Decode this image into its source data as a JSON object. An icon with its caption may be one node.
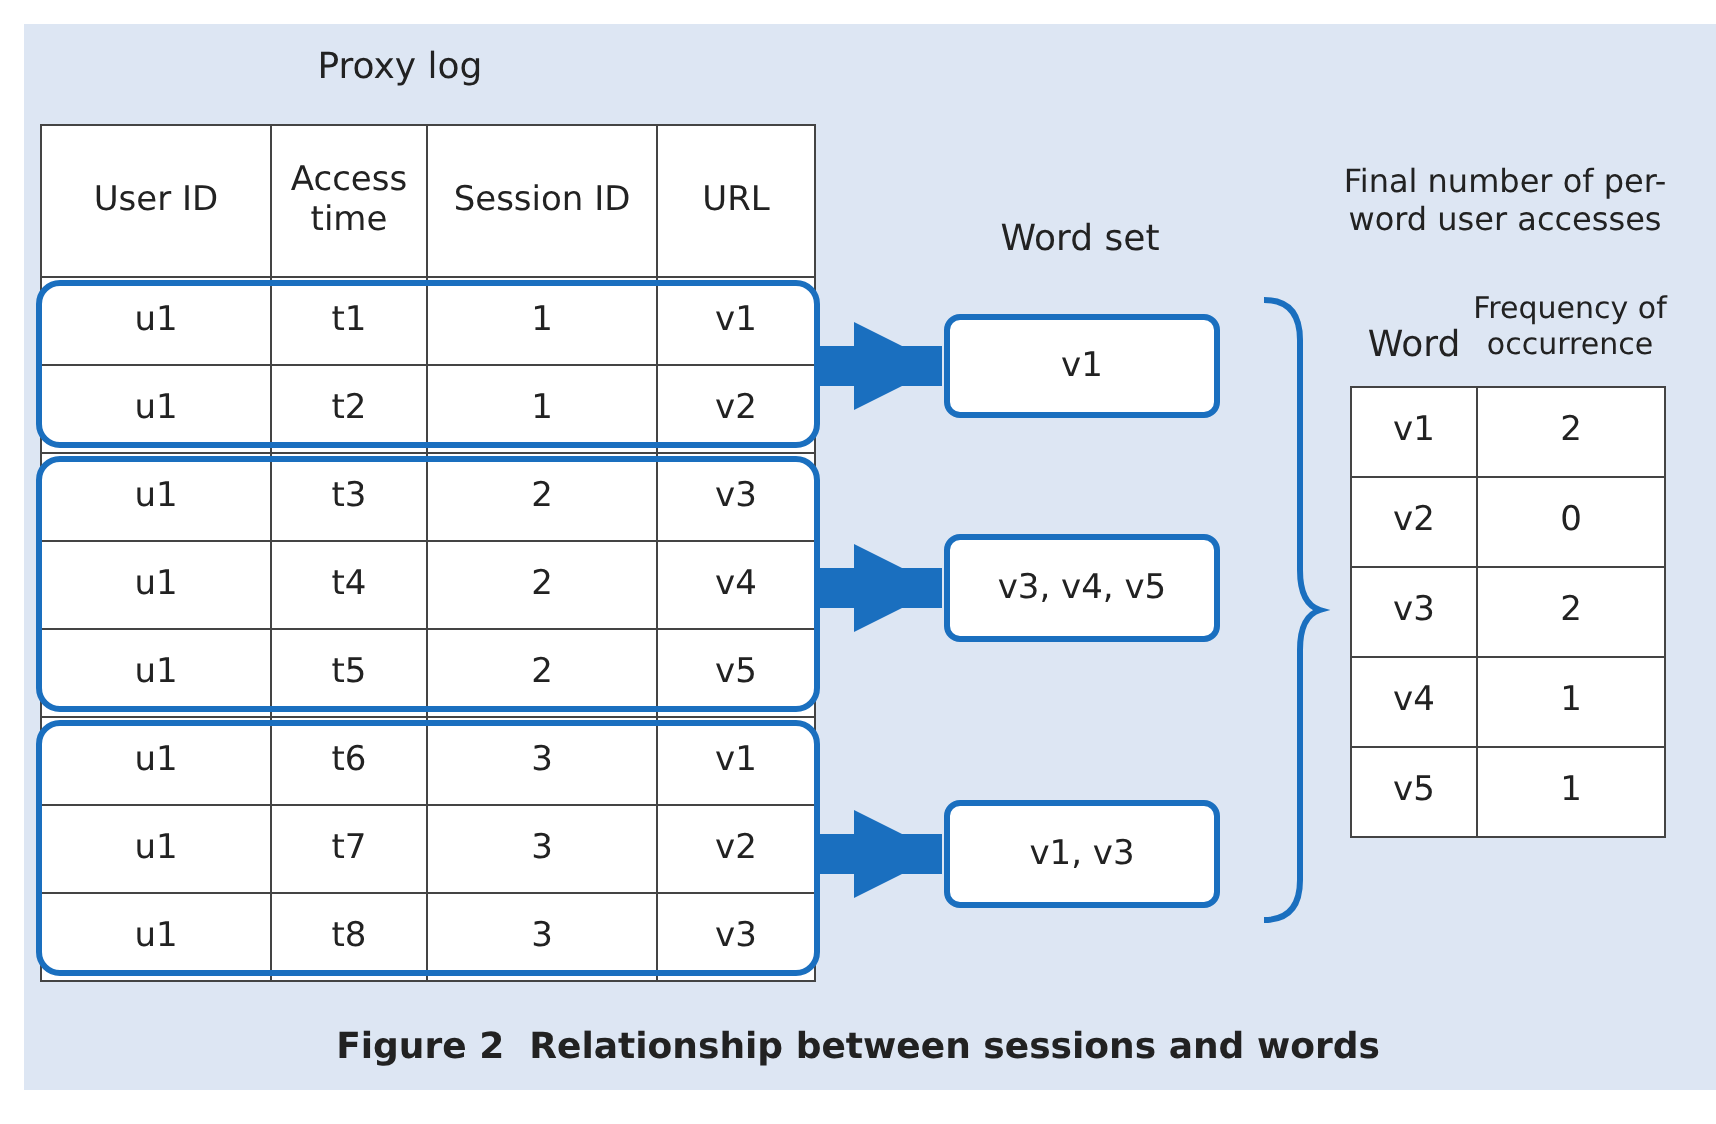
{
  "diagram": {
    "caption": "Figure 2  Relationship between sessions and words",
    "nodes": [
      {
        "text": [],
        "shape": "box"
      },
      {
        "text": [],
        "shape": "box"
      },
      {
        "text": [],
        "shape": "box"
      },
      {
        "text": [
          "v1"
        ]
      },
      {
        "text": [
          "v3, v4, v5"
        ]
      },
      {
        "text": [
          "v1, v3"
        ]
      }
    ],
    "edges": [
      {
        "from": 0,
        "to": 3,
        "arrow": "to"
      },
      {
        "from": 1,
        "to": 4,
        "arrow": "to"
      },
      {
        "from": 2,
        "to": 5,
        "arrow": "to"
      }
    ],
    "labels": [
      "Proxy log",
      "User ID",
      "Access time",
      "Session ID",
      "URL",
      "u1",
      "t1",
      "1",
      "v1",
      "u1",
      "t2",
      "1",
      "v2",
      "u1",
      "t3",
      "2",
      "v3",
      "u1",
      "t4",
      "2",
      "v4",
      "u1",
      "t5",
      "2",
      "v5",
      "u1",
      "t6",
      "3",
      "v1",
      "u1",
      "t7",
      "3",
      "v2",
      "u1",
      "t8",
      "3",
      "v3",
      "Word set",
      "Final number of per-word user accesses",
      "Word",
      "Frequency of occurrence",
      "v1",
      "2",
      "v2",
      "0",
      "v3",
      "2",
      "v4",
      "1",
      "v5",
      "1"
    ]
  }
}
